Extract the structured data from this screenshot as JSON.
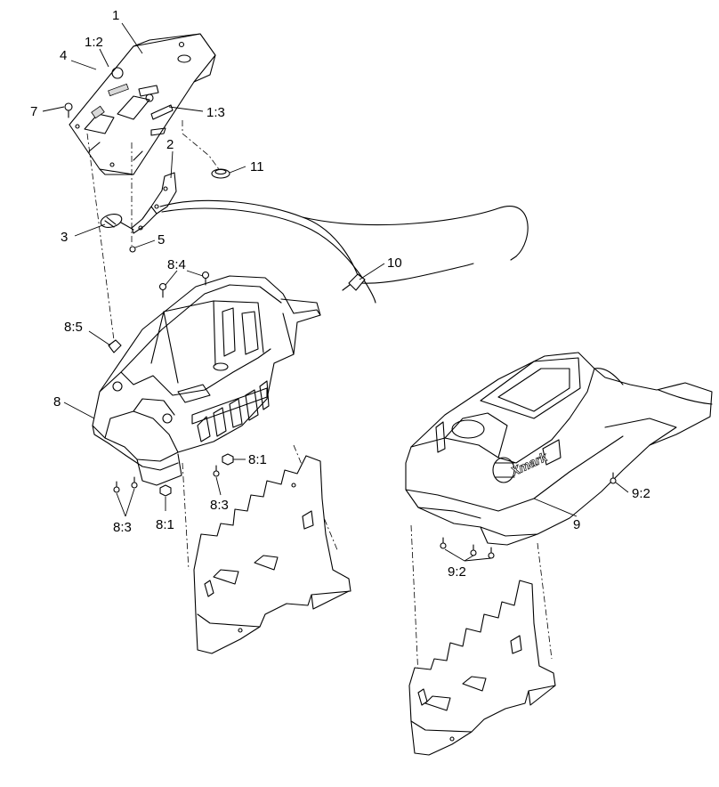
{
  "labels": {
    "p1": "1",
    "p1_2": "1:2",
    "p1_3": "1:3",
    "p2": "2",
    "p3": "3",
    "p4": "4",
    "p5": "5",
    "p7": "7",
    "p8": "8",
    "p8_1a": "8:1",
    "p8_1b": "8:1",
    "p8_3a": "8:3",
    "p8_3b": "8:3",
    "p8_4": "8:4",
    "p8_5": "8:5",
    "p9": "9",
    "p9_2a": "9:2",
    "p9_2b": "9:2",
    "p10": "10",
    "p11": "11"
  },
  "brand": "Xmark"
}
